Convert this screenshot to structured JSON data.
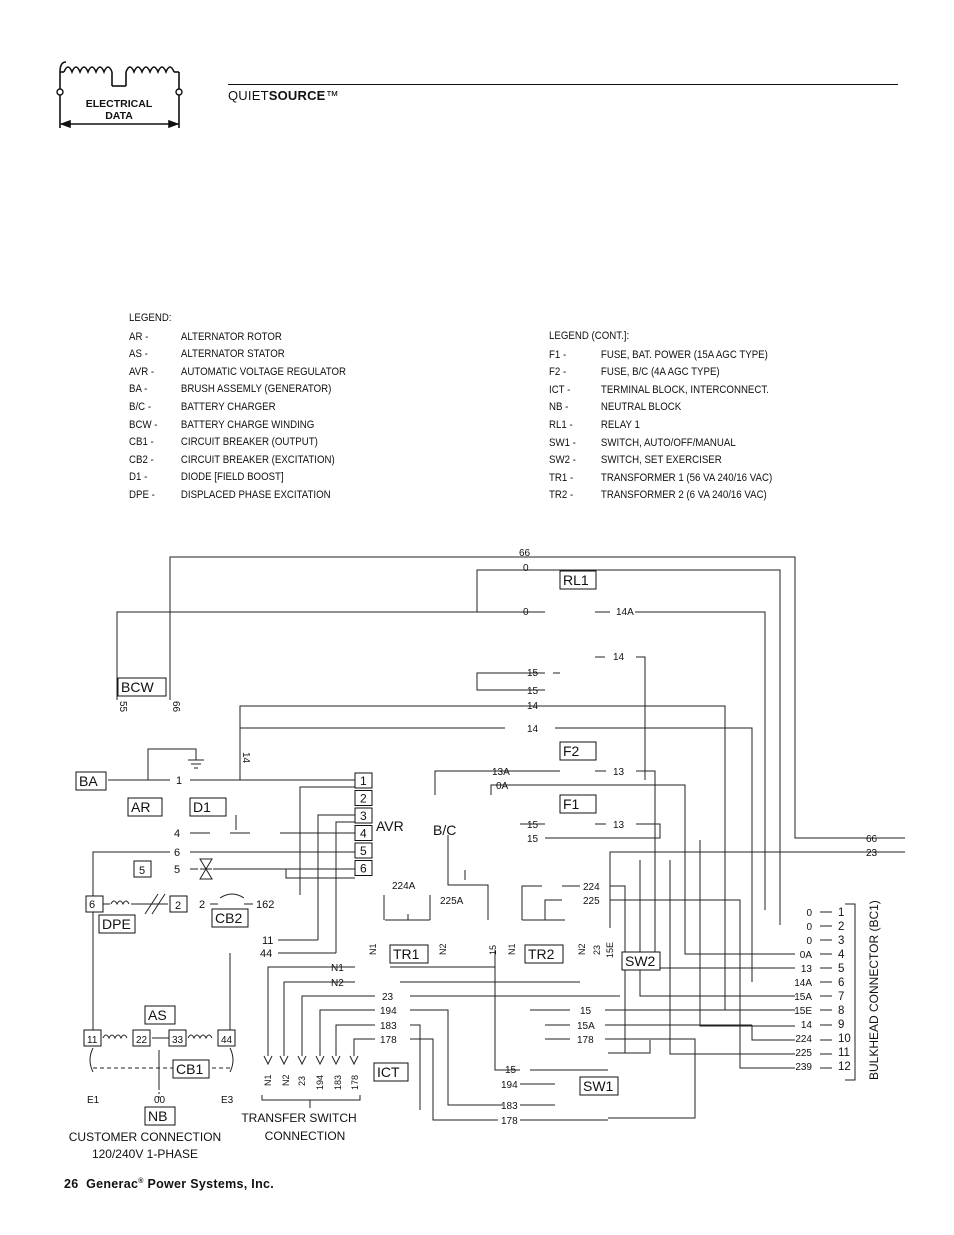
{
  "header": {
    "logo_text": [
      "ELECTRICAL",
      "DATA"
    ],
    "title_prefix": "QUIET",
    "title_bold": "SOURCE",
    "title_suffix": "™"
  },
  "legend_left": {
    "title": "LEGEND:",
    "items": [
      {
        "code": "AR -",
        "desc": "ALTERNATOR ROTOR"
      },
      {
        "code": "AS -",
        "desc": "ALTERNATOR STATOR"
      },
      {
        "code": "AVR -",
        "desc": "AUTOMATIC VOLTAGE REGULATOR"
      },
      {
        "code": "BA -",
        "desc": "BRUSH ASSEMLY (GENERATOR)"
      },
      {
        "code": "B/C -",
        "desc": "BATTERY CHARGER"
      },
      {
        "code": "BCW -",
        "desc": "BATTERY CHARGE WINDING"
      },
      {
        "code": "CB1 -",
        "desc": "CIRCUIT BREAKER (OUTPUT)"
      },
      {
        "code": "CB2 -",
        "desc": "CIRCUIT BREAKER (EXCITATION)"
      },
      {
        "code": "D1 -",
        "desc": "DIODE [FIELD BOOST]"
      },
      {
        "code": "DPE -",
        "desc": "DISPLACED PHASE EXCITATION"
      }
    ]
  },
  "legend_right": {
    "title": "LEGEND (CONT.]:",
    "items": [
      {
        "code": "F1 -",
        "desc": "FUSE, BAT. POWER (15A AGC TYPE)"
      },
      {
        "code": "F2 -",
        "desc": "FUSE, B/C (4A AGC TYPE)"
      },
      {
        "code": "ICT -",
        "desc": "TERMINAL BLOCK, INTERCONNECT."
      },
      {
        "code": "NB -",
        "desc": "NEUTRAL BLOCK"
      },
      {
        "code": "RL1 -",
        "desc": "RELAY 1"
      },
      {
        "code": "SW1 -",
        "desc": "SWITCH, AUTO/OFF/MANUAL"
      },
      {
        "code": "SW2 -",
        "desc": "SWITCH, SET EXERCISER"
      },
      {
        "code": "TR1 -",
        "desc": "TRANSFORMER 1 (56 VA 240/16 VAC)"
      },
      {
        "code": "TR2 -",
        "desc": "TRANSFORMER 2 (6 VA 240/16 VAC)"
      }
    ]
  },
  "components": {
    "RL1": "RL1",
    "BCW": "BCW",
    "BA": "BA",
    "AR": "AR",
    "D1": "D1",
    "F2": "F2",
    "F1": "F1",
    "AVR": "AVR",
    "BC": "B/C",
    "DPE": "DPE",
    "CB2": "CB2",
    "TR1": "TR1",
    "TR2": "TR2",
    "SW2": "SW2",
    "AS": "AS",
    "CB1": "CB1",
    "NB": "NB",
    "ICT": "ICT",
    "SW1": "SW1"
  },
  "wire_labels": {
    "w66_top": "66",
    "w0_top": "0",
    "w0_rl1": "0",
    "w14A_rl1": "14A",
    "w14_a": "14",
    "w15_a": "15",
    "w15_b": "15",
    "w14_b": "14",
    "w14_c": "14",
    "w55_bcw": "55",
    "w66_bcw": "66",
    "w14_vert": "14",
    "w1": "1",
    "w13A": "13A",
    "w0A": "0A",
    "w13_f2": "13",
    "w4": "4",
    "w6": "6",
    "w5": "5",
    "w15_f1a": "15",
    "w15_f1b": "15",
    "w13_f1": "13",
    "w66_r": "66",
    "w23_r": "23",
    "w224A": "224A",
    "w225A": "225A",
    "w224": "224",
    "w225": "225",
    "w2": "2",
    "w162": "162",
    "w11": "11",
    "w44": "44",
    "wN1": "N1",
    "wN2": "N2",
    "tr1_n1": "N1",
    "tr1_n2": "N2",
    "v15": "15",
    "tr2_n1": "N1",
    "tr2_n2": "N2",
    "v23": "23",
    "v15E": "15E",
    "w23_ict": "23",
    "w194": "194",
    "w183": "183",
    "w178": "178",
    "w15_sw": "15",
    "w15A": "15A",
    "w178_sw": "178",
    "sw1_15": "15",
    "sw1_194": "194",
    "sw1_183": "183",
    "sw1_178": "178",
    "ts_n1": "N1",
    "ts_n2": "N2",
    "ts_23": "23",
    "ts_194": "194",
    "ts_183": "183",
    "ts_178": "178",
    "e1": "E1",
    "e00": "00",
    "e3": "E3",
    "as_11": "11",
    "as_22": "22",
    "as_33": "33",
    "as_44": "44"
  },
  "avr_terminals": [
    "1",
    "2",
    "3",
    "4",
    "5",
    "6"
  ],
  "bc1_wires": [
    "0",
    "0",
    "0",
    "0A",
    "13",
    "14A",
    "15A",
    "15E",
    "14",
    "224",
    "225",
    "239"
  ],
  "bc1_pins": [
    "1",
    "2",
    "3",
    "4",
    "5",
    "6",
    "7",
    "8",
    "9",
    "10",
    "11",
    "12"
  ],
  "bc1_label": "BULKHEAD CONNECTOR (BC1)",
  "captions": {
    "transfer_switch_1": "TRANSFER SWITCH",
    "transfer_switch_2": "CONNECTION",
    "customer_1": "CUSTOMER CONNECTION",
    "customer_2": "120/240V 1-PHASE"
  },
  "footer": {
    "page_number": "26",
    "company": "Generac",
    "reg": "®",
    "company_rest": "Power Systems, Inc."
  }
}
